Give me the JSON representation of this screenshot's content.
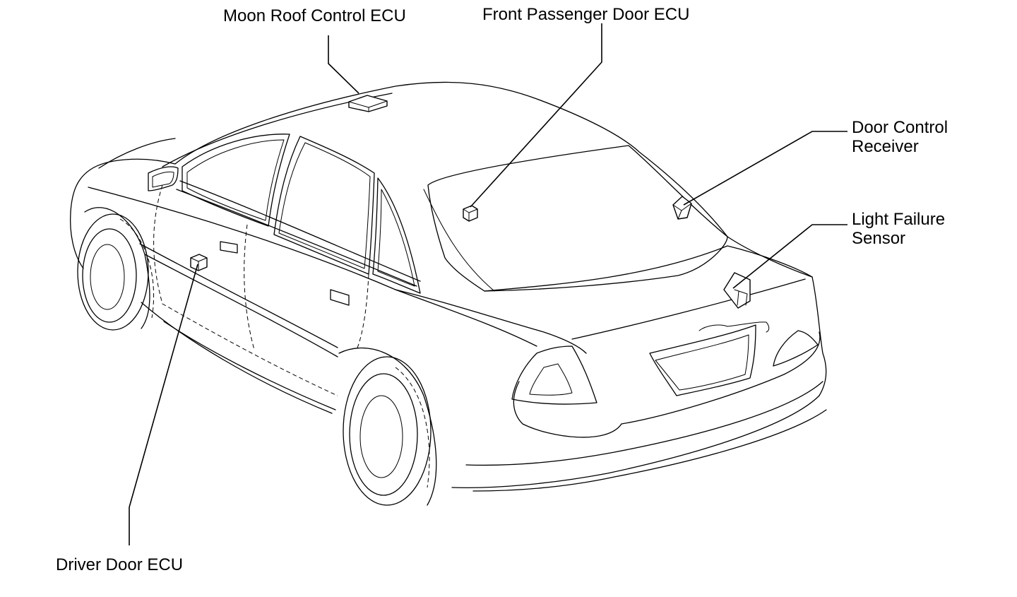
{
  "labels": {
    "moon_roof_ecu": "Moon Roof Control ECU",
    "front_passenger_door_ecu": "Front Passenger Door ECU",
    "door_control_receiver_line1": "Door Control",
    "door_control_receiver_line2": "Receiver",
    "light_failure_sensor_line1": "Light Failure",
    "light_failure_sensor_line2": "Sensor",
    "driver_door_ecu": "Driver Door ECU"
  },
  "colors": {
    "line": "#000000",
    "background": "#ffffff"
  }
}
